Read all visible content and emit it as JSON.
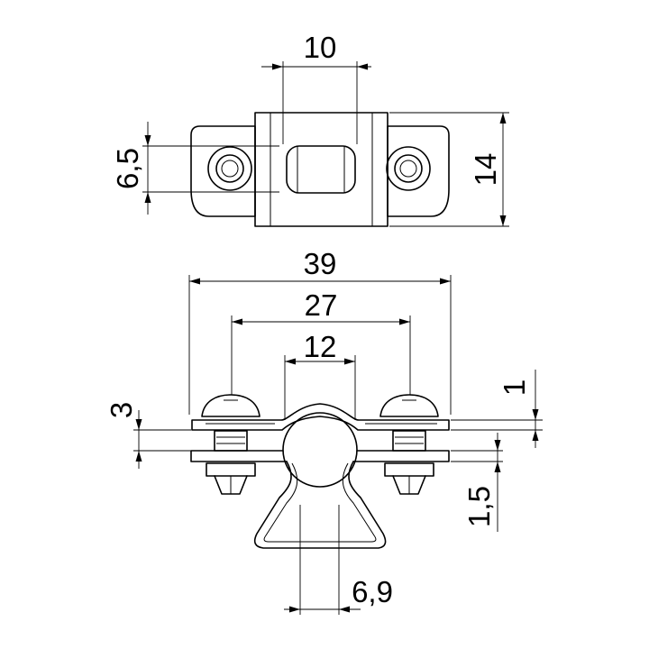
{
  "dimensions": {
    "top_width": "10",
    "hole_spacing": "6,5",
    "height": "14",
    "overall_length": "39",
    "hole_centers": "27",
    "pipe_width": "12",
    "top_thickness": "1",
    "upper_offset": "3",
    "bottom_thickness": "1,5",
    "base_width": "6,9"
  }
}
